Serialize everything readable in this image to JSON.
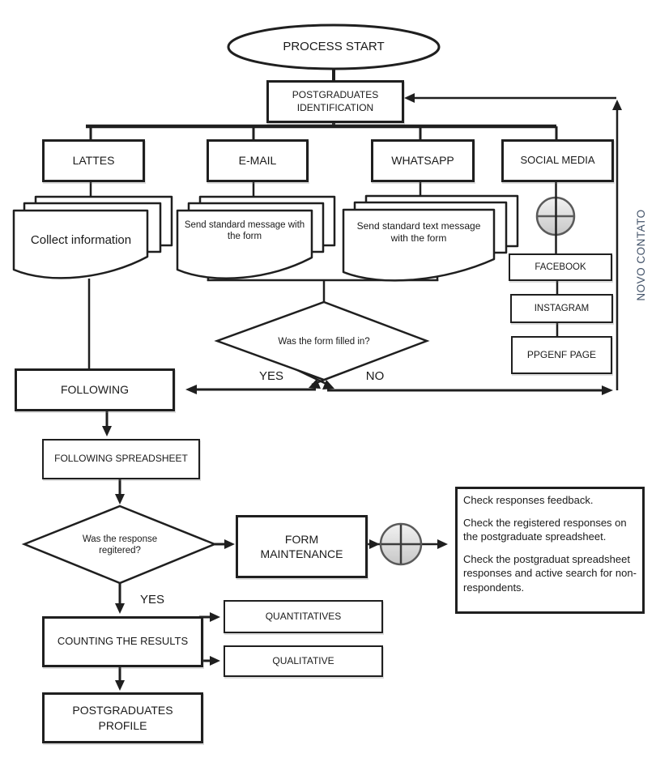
{
  "title": "Postgraduates identification process flowchart",
  "colors": {
    "line": "#1f1f1f",
    "shape_fill": "#ffffff",
    "connector_fill_top": "#f2f2f2",
    "connector_fill_bottom": "#c7c7c7",
    "connector_stroke": "#5a5a5a",
    "novo_contato_text": "#44546a"
  },
  "nodes": {
    "process_start": "PROCESS START",
    "postgraduates_identification": "POSTGRADUATES IDENTIFICATION",
    "lattes": "LATTES",
    "email": "E-MAIL",
    "whatsapp": "WHATSAPP",
    "social_media": "SOCIAL MEDIA",
    "collect_information": "Collect information",
    "send_standard_message": "Send standard message with the form",
    "send_standard_text": "Send standard text message with the form",
    "facebook": "FACEBOOK",
    "instagram": "INSTAGRAM",
    "ppgenf_page": "PPGENF PAGE",
    "form_filled_question": "Was the form filled in?",
    "following": "FOLLOWING",
    "following_spreadsheet": "FOLLOWING SPREADSHEET",
    "response_registered_question": "Was the response regitered?",
    "form_maintenance": "FORM MAINTENANCE",
    "counting_the_results": "COUNTING THE RESULTS",
    "quantitatives": "QUANTITATIVES",
    "qualitative": "QUALITATIVE",
    "postgraduates_profile": "POSTGRADUATES PROFILE"
  },
  "edge_labels": {
    "form_yes": "YES",
    "form_no": "NO",
    "response_yes": "YES",
    "novo_contato": "NOVO CONTATO"
  },
  "annotation": {
    "lines": [
      "Check responses feedback.",
      "Check the registered responses on the postgraduate spreadsheet.",
      "Check the postgraduat spreadsheet responses and active search for non-respondents."
    ]
  }
}
